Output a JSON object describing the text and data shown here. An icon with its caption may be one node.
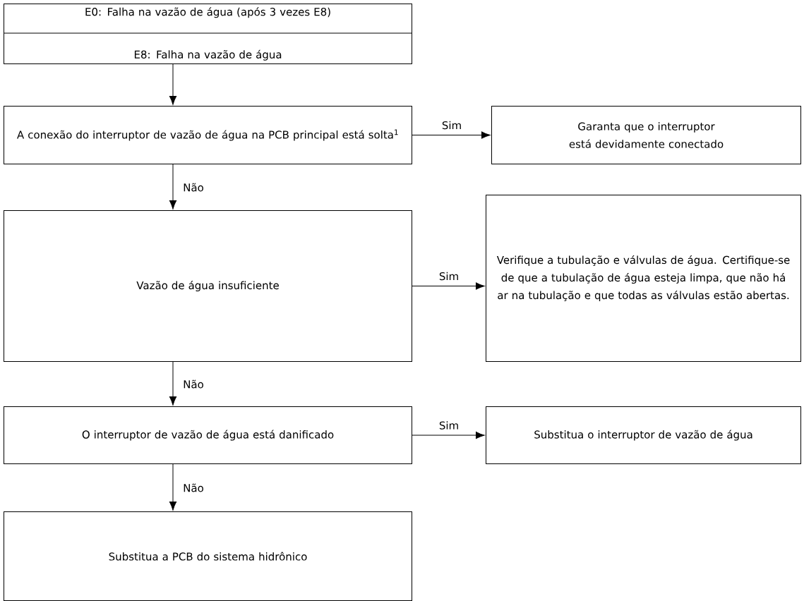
{
  "diagram": {
    "nodes": [
      {
        "text": [
          "E0: Falha na vazão de água (após 3 vezes E8)",
          "E8: Falha na vazão de água"
        ]
      },
      {
        "text": [
          "A conexão do interruptor de vazão de água na PCB principal está solta$^{1}$"
        ]
      },
      {
        "text": [
          "Garanta que o interruptor está devidamente conectado"
        ]
      },
      {
        "text": [
          "Vazão de água insuficiente"
        ]
      },
      {
        "text": [
          "Verifique a tubulação e válvulas de água. Certifique-se de que a tubulação de água esteja limpa, que não há ar na tubulação e que todas as válvulas estão abertas."
        ]
      },
      {
        "text": [
          "O interruptor de vazão de água está danificado"
        ]
      },
      {
        "text": [
          "Substitua o interruptor de vazão de água"
        ]
      },
      {
        "text": [
          "Substitua a PCB do sistema hidrônico"
        ]
      }
    ],
    "edges": [
      {
        "from": 0,
        "to": 1,
        "arrow": "to"
      },
      {
        "from": 1,
        "to": 2,
        "arrow": "to",
        "label": "Sim"
      },
      {
        "from": 1,
        "to": 3,
        "arrow": "to",
        "label": "Não"
      },
      {
        "from": 3,
        "to": 4,
        "arrow": "to",
        "label": "Sim"
      },
      {
        "from": 3,
        "to": 5,
        "arrow": "to",
        "label": "Não"
      },
      {
        "from": 5,
        "to": 6,
        "arrow": "to",
        "label": "Sim"
      },
      {
        "from": 5,
        "to": 7,
        "arrow": "to",
        "label": "Não"
      }
    ]
  }
}
